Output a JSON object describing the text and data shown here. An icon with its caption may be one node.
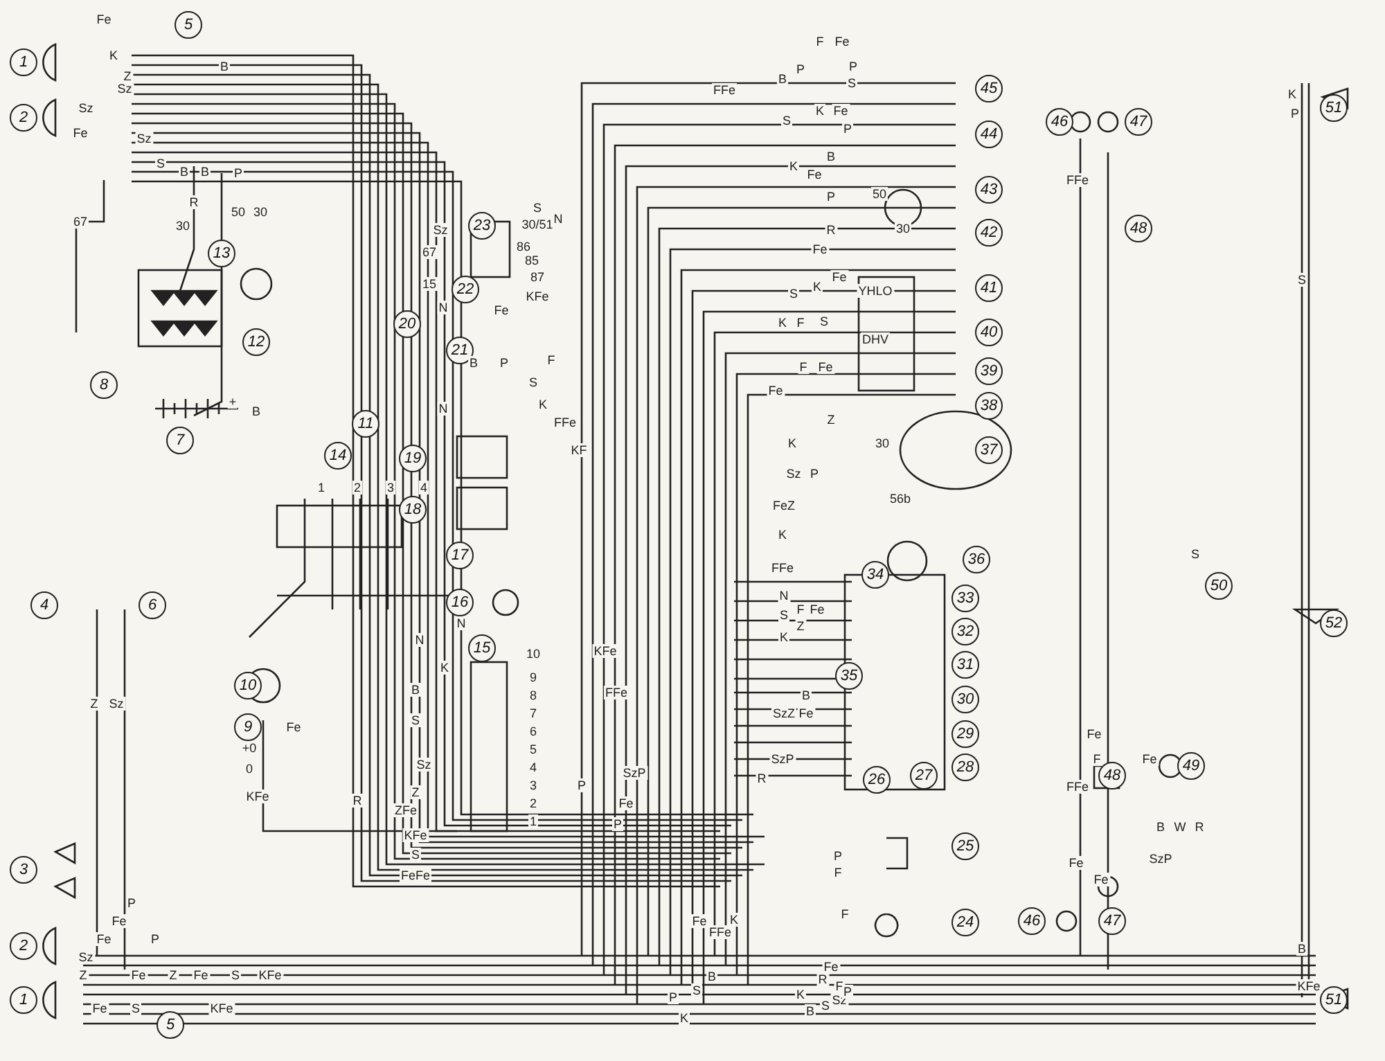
{
  "diagram": {
    "labels": [
      "1",
      "5",
      "2",
      "13",
      "23",
      "22",
      "20",
      "12",
      "8",
      "21",
      "7",
      "11",
      "14",
      "19",
      "18",
      "17",
      "4",
      "6",
      "16",
      "10",
      "15",
      "9",
      "3",
      "2",
      "1",
      "5",
      "45",
      "44",
      "43",
      "42",
      "41",
      "40",
      "39",
      "38",
      "37",
      "36",
      "34",
      "33",
      "32",
      "31",
      "35",
      "30",
      "29",
      "28",
      "26",
      "27",
      "25",
      "24",
      "46",
      "47",
      "48",
      "51",
      "50",
      "52",
      "49",
      "48",
      "46",
      "47",
      "51",
      "Fe",
      "K",
      "B",
      "Z",
      "Sz",
      "Sz",
      "Fe",
      "Sz",
      "S",
      "B",
      "B",
      "P",
      "R",
      "30",
      "67",
      "50",
      "30",
      "B",
      "+",
      "Sz",
      "67",
      "15",
      "N",
      "30/51",
      "S",
      "N",
      "86",
      "85",
      "87",
      "KFe",
      "Fe",
      "B",
      "P",
      "K",
      "S",
      "F",
      "N",
      "KF",
      "FFe",
      "1",
      "2",
      "3",
      "4",
      "+0",
      "0",
      "Fe",
      "Z",
      "Sz",
      "KFe",
      "F",
      "Fe",
      "B",
      "P",
      "P",
      "S",
      "FFe",
      "S",
      "K",
      "Fe",
      "P",
      "B",
      "K",
      "Fe",
      "P",
      "50",
      "R",
      "30",
      "Fe",
      "S",
      "K",
      "Fe",
      "YHLO",
      "K",
      "F",
      "S",
      "DHV",
      "F",
      "Fe",
      "Fe",
      "Z",
      "K",
      "Sz",
      "P",
      "30",
      "FeZ",
      "56b",
      "K",
      "FFe",
      "K",
      "S",
      "N",
      "F",
      "Z",
      "Fe",
      "B",
      "SzZ",
      "Fe",
      "R",
      "SzP",
      "P",
      "F",
      "F",
      "Fe",
      "R",
      "K",
      "B",
      "S",
      "F",
      "Sz",
      "P",
      "N",
      "K",
      "N",
      "B",
      "S",
      "Sz",
      "Z",
      "ZFe",
      "KFe",
      "S",
      "FeFe",
      "R",
      "KFe",
      "FFe",
      "SzP",
      "P",
      "Fe",
      "P",
      "Fe",
      "FFe",
      "K",
      "P",
      "K",
      "S",
      "B",
      "P",
      "Fe",
      "Fe",
      "P",
      "Sz",
      "Z",
      "Fe",
      "Z",
      "Fe",
      "S",
      "KFe",
      "Fe",
      "S",
      "KFe",
      "1",
      "2",
      "3",
      "4",
      "5",
      "6",
      "7",
      "8",
      "9",
      "10",
      "FFe",
      "Fe",
      "S",
      "B",
      "W",
      "R",
      "SzP",
      "F",
      "Fe",
      "FFe",
      "Fe",
      "Fe",
      "P",
      "K",
      "B",
      "KFe",
      "S"
    ]
  }
}
